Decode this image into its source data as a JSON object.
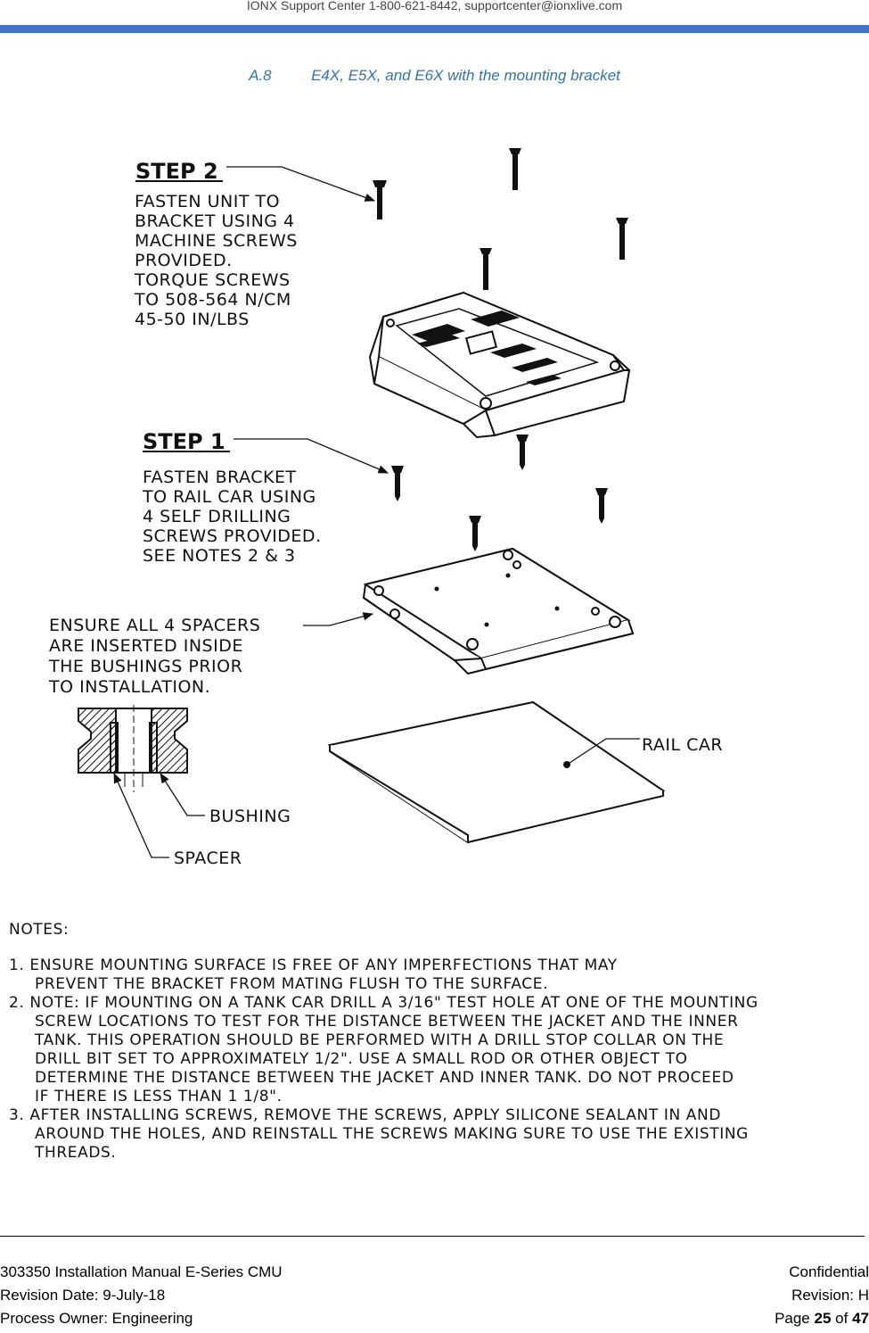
{
  "header": {
    "support_text": "IONX Support Center 1-800-621-8442, supportcenter@ionxlive.com"
  },
  "section": {
    "number": "A.8",
    "title": "E4X, E5X, and E6X with the mounting bracket"
  },
  "diagram": {
    "step2": {
      "title": "STEP 2",
      "lines": [
        "FASTEN UNIT TO",
        "BRACKET USING 4",
        "MACHINE SCREWS",
        "PROVIDED.",
        "TORQUE SCREWS",
        "TO 508-564 N/CM",
        "45-50 IN/LBS"
      ]
    },
    "step1": {
      "title": "STEP 1",
      "lines": [
        "FASTEN BRACKET",
        "TO RAIL CAR USING",
        "4 SELF DRILLING",
        "SCREWS PROVIDED.",
        "SEE NOTES 2 & 3"
      ]
    },
    "spacers_note": [
      "ENSURE ALL 4 SPACERS",
      "ARE INSERTED INSIDE",
      "THE BUSHINGS PRIOR",
      "TO INSTALLATION."
    ],
    "rail_car_label": "RAIL CAR",
    "bushing_label": "BUSHING",
    "spacer_label": "SPACER"
  },
  "notes": {
    "heading": "NOTES:",
    "items": [
      {
        "first": "1. ENSURE MOUNTING SURFACE IS FREE OF ANY IMPERFECTIONS THAT MAY",
        "rest": [
          "PREVENT THE BRACKET FROM MATING FLUSH TO THE SURFACE."
        ]
      },
      {
        "first": "2. NOTE: IF MOUNTING ON A TANK CAR DRILL A 3/16\" TEST HOLE AT ONE OF THE MOUNTING",
        "rest": [
          "SCREW LOCATIONS TO TEST FOR THE DISTANCE BETWEEN THE JACKET AND THE INNER",
          "TANK. THIS OPERATION SHOULD BE PERFORMED WITH A DRILL STOP COLLAR ON THE",
          "DRILL BIT SET TO APPROXIMATELY 1/2\". USE A SMALL ROD OR OTHER OBJECT TO",
          "DETERMINE THE DISTANCE BETWEEN THE JACKET AND INNER TANK. DO NOT PROCEED",
          "IF THERE IS LESS THAN 1 1/8\"."
        ]
      },
      {
        "first": "3. AFTER INSTALLING SCREWS, REMOVE THE SCREWS,  APPLY SILICONE SEALANT IN AND",
        "rest": [
          "AROUND THE HOLES, AND REINSTALL THE SCREWS MAKING SURE TO USE THE EXISTING",
          "THREADS."
        ]
      }
    ]
  },
  "footer": {
    "doc_title": "303350 Installation Manual E-Series CMU",
    "confidential": "Confidential",
    "revision_date": "Revision Date: 9-July-18",
    "revision": "Revision: H",
    "process_owner": "Process Owner:  Engineering",
    "page_prefix": "Page",
    "page_num": "25",
    "page_of": "of",
    "page_total": "47"
  },
  "colors": {
    "accent_blue": "#4472c4",
    "title_blue": "#2e74b5"
  }
}
